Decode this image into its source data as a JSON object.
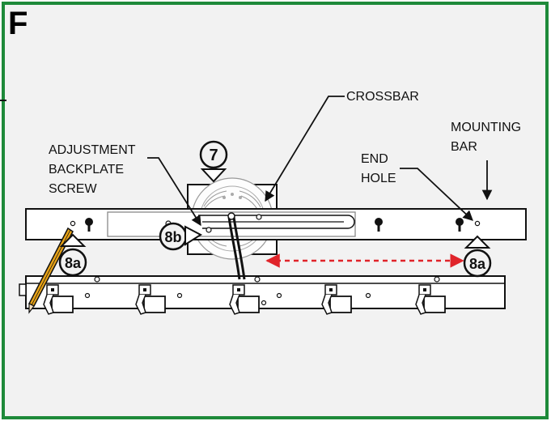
{
  "panel": {
    "letter": "F",
    "border_color": "#1e8a3a",
    "background_color": "#f2f2f2"
  },
  "labels": {
    "crossbar": "CROSSBAR",
    "mounting_line1": "MOUNTING",
    "mounting_line2": "BAR",
    "end_line1": "END",
    "end_line2": "HOLE",
    "adjustment_line1": "ADJUSTMENT",
    "adjustment_line2": "BACKPLATE",
    "adjustment_line3": "SCREW"
  },
  "steps": {
    "top": "7",
    "screw": "8b",
    "left": "8a",
    "right": "8a"
  },
  "colors": {
    "measure_arrow": "#e0242a",
    "pencil_body": "#e8a317",
    "line": "#111111"
  },
  "icons": {
    "tool": "pencil-icon",
    "measure": "double-arrow-icon"
  }
}
